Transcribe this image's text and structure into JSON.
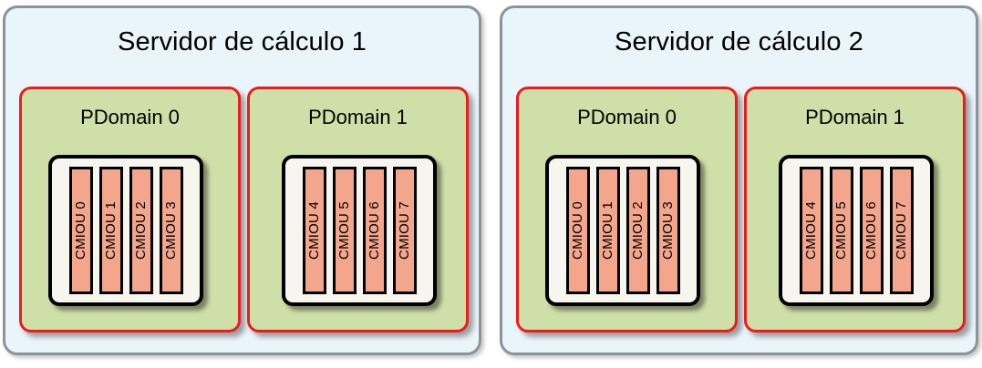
{
  "diagram": {
    "title_a11y": "Servidores de cálculo con dominios físicos y CMIOUs",
    "colors": {
      "server_fill": "#eaf4fb",
      "server_border": "#8e9398",
      "pdomain_fill": "#cfdfa8",
      "pdomain_border": "#ee1b1b",
      "chassis_fill": "#f6f6ee",
      "chassis_border": "#000000",
      "cmiou_fill": "#f4a68c",
      "cmiou_border": "#000000",
      "text": "#000000",
      "page_background": "#ffffff"
    }
  },
  "servers": [
    {
      "title": "Servidor de cálculo 1",
      "pdomains": [
        {
          "title": "PDomain 0",
          "cmious": [
            {
              "label": "CMIOU 0"
            },
            {
              "label": "CMIOU 1"
            },
            {
              "label": "CMIOU 2"
            },
            {
              "label": "CMIOU 3"
            }
          ]
        },
        {
          "title": "PDomain 1",
          "cmious": [
            {
              "label": "CMIOU 4"
            },
            {
              "label": "CMIOU 5"
            },
            {
              "label": "CMIOU 6"
            },
            {
              "label": "CMIOU 7"
            }
          ]
        }
      ]
    },
    {
      "title": "Servidor de cálculo 2",
      "pdomains": [
        {
          "title": "PDomain 0",
          "cmious": [
            {
              "label": "CMIOU 0"
            },
            {
              "label": "CMIOU 1"
            },
            {
              "label": "CMIOU 2"
            },
            {
              "label": "CMIOU 3"
            }
          ]
        },
        {
          "title": "PDomain 1",
          "cmious": [
            {
              "label": "CMIOU 4"
            },
            {
              "label": "CMIOU 5"
            },
            {
              "label": "CMIOU 6"
            },
            {
              "label": "CMIOU 7"
            }
          ]
        }
      ]
    }
  ]
}
